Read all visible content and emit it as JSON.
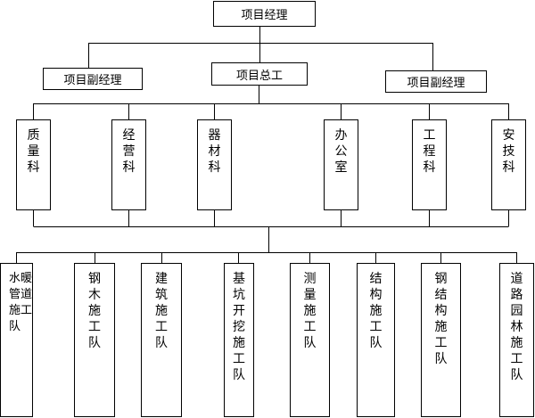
{
  "top": {
    "label": "项目经理"
  },
  "level2": {
    "left": "项目副经理",
    "center": "项目总工",
    "right": "项目副经理"
  },
  "departments": [
    {
      "id": "quality",
      "chars": [
        "质",
        "量",
        "科"
      ]
    },
    {
      "id": "operations",
      "chars": [
        "经",
        "营",
        "科"
      ]
    },
    {
      "id": "equipment",
      "chars": [
        "器",
        "材",
        "科"
      ]
    },
    {
      "id": "office",
      "chars": [
        "办",
        "公",
        "室"
      ]
    },
    {
      "id": "engineering",
      "chars": [
        "工",
        "程",
        "科"
      ]
    },
    {
      "id": "safety",
      "chars": [
        "安",
        "技",
        "科"
      ]
    }
  ],
  "teams": [
    {
      "id": "plumbing-heating",
      "rows": [
        "水暖",
        "管道",
        "施工",
        "队"
      ]
    },
    {
      "id": "steel-wood",
      "rows": [
        "钢",
        "木",
        "施",
        "工",
        "队"
      ]
    },
    {
      "id": "building",
      "rows": [
        "建",
        "筑",
        "施",
        "工",
        "队"
      ]
    },
    {
      "id": "foundation-pit",
      "rows": [
        "基",
        "坑",
        "开",
        "挖",
        "施",
        "工",
        "队"
      ]
    },
    {
      "id": "survey",
      "rows": [
        "测",
        "量",
        "施",
        "工",
        "队"
      ]
    },
    {
      "id": "structure",
      "rows": [
        "结",
        "构",
        "施",
        "工",
        "队"
      ]
    },
    {
      "id": "steel-structure",
      "rows": [
        "钢",
        "结",
        "构",
        "施",
        "工",
        "队"
      ]
    },
    {
      "id": "road-landscape",
      "rows": [
        "道",
        "路",
        "园",
        "林",
        "施",
        "工",
        "队"
      ]
    }
  ]
}
